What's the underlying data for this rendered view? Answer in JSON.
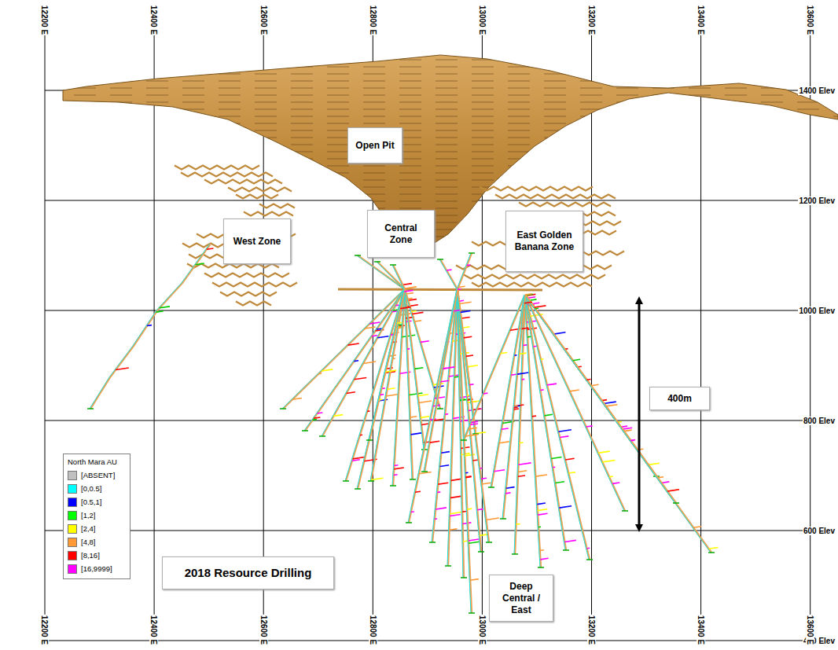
{
  "diagram": {
    "nodes": [
      {
        "text": [
          "Open Pit"
        ]
      },
      {
        "text": [
          "West Zone"
        ]
      },
      {
        "text": [
          "Central Zone"
        ]
      },
      {
        "text": [
          "East Golden Banana Zone"
        ]
      },
      {
        "text": [
          "400m"
        ]
      },
      {
        "text": [
          "2018 Resource Drilling"
        ]
      },
      {
        "text": [
          "Deep Central / East"
        ]
      }
    ],
    "edges": [],
    "labels": [
      "12200 E",
      "12400 E",
      "12600 E",
      "12800 E",
      "13000 E",
      "13200 E",
      "13400 E",
      "13600 E",
      "1400 Elev",
      "1200 Elev",
      "1000 Elev",
      "800 Elev",
      "600 Elev",
      "400 Elev",
      "12200 E",
      "12400 E",
      "12600 E",
      "12800 E",
      "13000 E",
      "13200 E",
      "13400 E",
      "13600 E",
      "North Mara AU"
    ],
    "legend": [
      {
        "text": "[ABSENT]",
        "color": "#c0c0c0"
      },
      {
        "text": "[0,0.5]",
        "color": "#00ffff"
      },
      {
        "text": "[0.5,1]",
        "color": "#0000ff"
      },
      {
        "text": "[1,2]",
        "color": "#00ff00"
      },
      {
        "text": "[2,4]",
        "color": "#ffff00"
      },
      {
        "text": "[4,8]",
        "color": "#ff9933"
      },
      {
        "text": "[8,16]",
        "color": "#ff0000"
      },
      {
        "text": "[16,9999]",
        "color": "#ff00ff"
      }
    ]
  }
}
